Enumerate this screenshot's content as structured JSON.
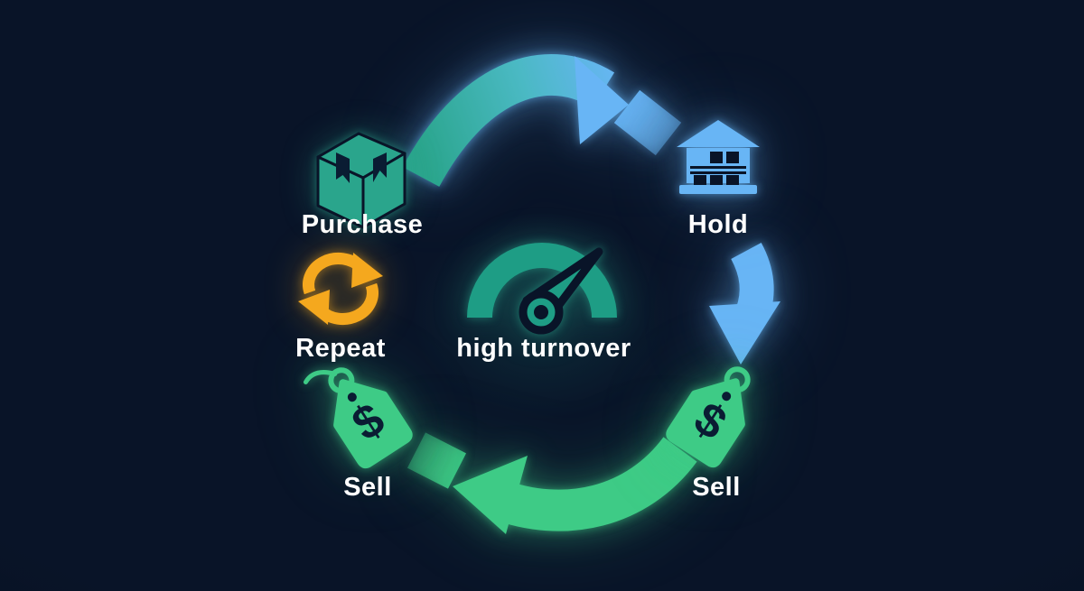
{
  "colors": {
    "bg": "#091428",
    "teal": "#2aa58c",
    "teal_deep": "#1e9d85",
    "blue": "#68b5f5",
    "green": "#3ecb86",
    "amber": "#f5a81e",
    "ink": "#0a1c33",
    "text": "#ffffff",
    "teal_blue_mid": "#4ab9c3"
  },
  "center": {
    "label": "high turnover",
    "icon": "gauge-icon"
  },
  "nodes": [
    {
      "id": "purchase",
      "label": "Purchase",
      "icon": "package-box-icon"
    },
    {
      "id": "hold",
      "label": "Hold",
      "icon": "warehouse-icon"
    },
    {
      "id": "sell-right",
      "label": "Sell",
      "icon": "price-tag-icon"
    },
    {
      "id": "sell-left",
      "label": "Sell",
      "icon": "price-tag-icon"
    },
    {
      "id": "repeat",
      "label": "Repeat",
      "icon": "cycle-arrows-icon"
    }
  ],
  "tag_symbol": "$",
  "flow": [
    {
      "from": "Purchase",
      "to": "Hold"
    },
    {
      "from": "Hold",
      "to": "Sell"
    },
    {
      "from": "Sell",
      "to": "Sell"
    }
  ]
}
